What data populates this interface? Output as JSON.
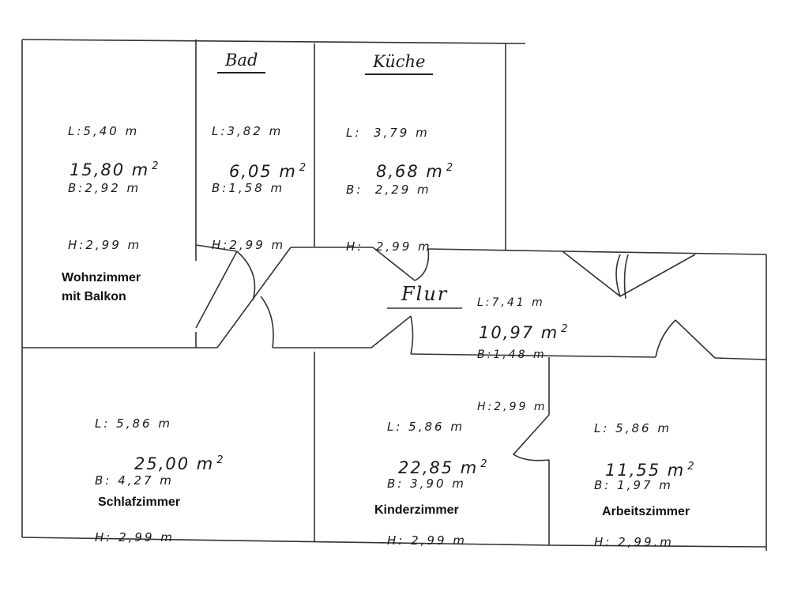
{
  "rooms": {
    "wohnzimmer": {
      "label_line1": "Wohnzimmer",
      "label_line2": "mit Balkon",
      "L": "L:5,40 m",
      "B": "B:2,92 m",
      "H": "H:2,99 m",
      "area": "15,80 m",
      "area_unit_sup": "2"
    },
    "bad": {
      "title": "Bad",
      "L": "L:3,82 m",
      "B": "B:1,58 m",
      "H": "H:2,99 m",
      "area": "6,05 m",
      "area_unit_sup": "2"
    },
    "kueche": {
      "title": "Küche",
      "L": "L:  3,79 m",
      "B": "B:  2,29 m",
      "H": "H:  2,99 m",
      "area": "8,68 m",
      "area_unit_sup": "2"
    },
    "flur": {
      "title": "Flur",
      "L": "L:7,41 m",
      "B": "B:1,48 m",
      "H": "H:2,99 m",
      "area": "10,97 m",
      "area_unit_sup": "2"
    },
    "schlafzimmer": {
      "label": "Schlafzimmer",
      "L": "L: 5,86 m",
      "B": "B: 4,27 m",
      "H": "H: 2,99 m",
      "area": "25,00 m",
      "area_unit_sup": "2"
    },
    "kinderzimmer": {
      "label": "Kinderzimmer",
      "L": "L: 5,86 m",
      "B": "B: 3,90 m",
      "H": "H: 2,99 m",
      "area": "22,85 m",
      "area_unit_sup": "2"
    },
    "arbeitszimmer": {
      "label": "Arbeitszimmer",
      "L": "L: 5,86 m",
      "B": "B: 1,97 m",
      "H": "H: 2,99.m",
      "area": "11,55 m",
      "area_unit_sup": "2"
    }
  }
}
